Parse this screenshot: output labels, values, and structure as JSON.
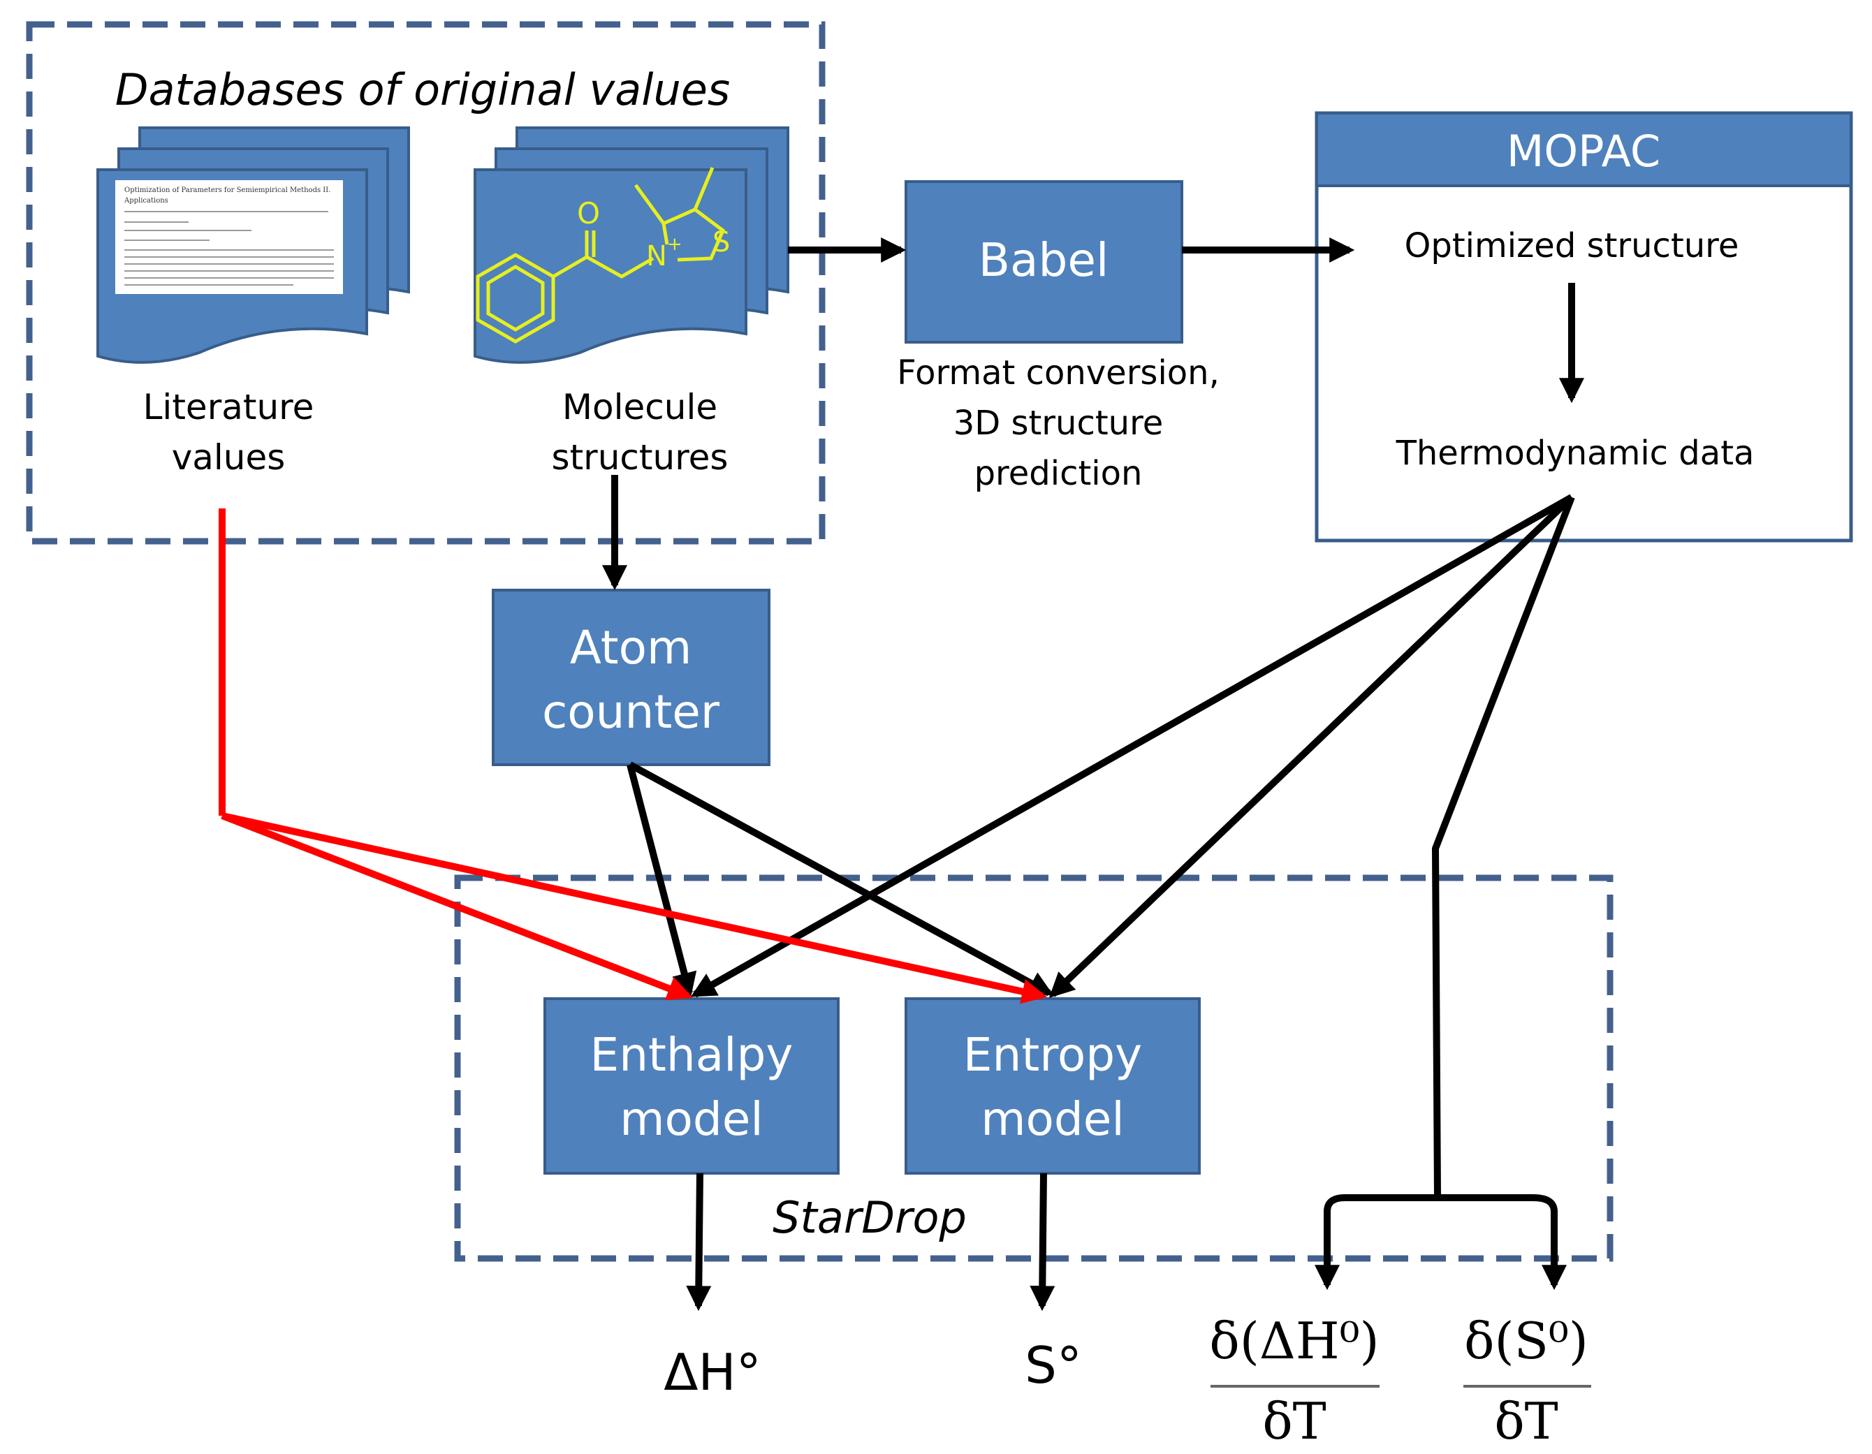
{
  "databases": {
    "title": "Databases of original values",
    "literature_label": [
      "Literature",
      "values"
    ],
    "paper_text": [
      "Optimization of Parameters for Semiempirical Methods II.",
      "Applications"
    ],
    "molecule_label": [
      "Molecule",
      "structures"
    ],
    "molecule_atoms": {
      "o": "O",
      "n": "N",
      "plus": "+",
      "s": "S"
    }
  },
  "babel": {
    "title": "Babel",
    "caption": [
      "Format conversion,",
      "3D structure",
      "prediction"
    ]
  },
  "mopac": {
    "title": "MOPAC",
    "optimized": "Optimized  structure",
    "thermo": "Thermodynamic  data"
  },
  "atom_counter": {
    "lines": [
      "Atom",
      "counter"
    ]
  },
  "stardrop": {
    "label": "StarDrop",
    "enthalpy": [
      "Enthalpy",
      "model"
    ],
    "entropy": [
      "Entropy",
      "model"
    ]
  },
  "outputs": {
    "dH": "ΔH°",
    "S": "S°",
    "dH_dT": {
      "num": "δ(ΔH⁰)",
      "den": "δT"
    },
    "dS_dT": {
      "num": "δ(S⁰)",
      "den": "δT"
    }
  },
  "colors": {
    "box_fill": "#4f81bd",
    "dash_border": "#44618d",
    "red_line": "#ff0000",
    "molecule": "#e6ef1f"
  }
}
